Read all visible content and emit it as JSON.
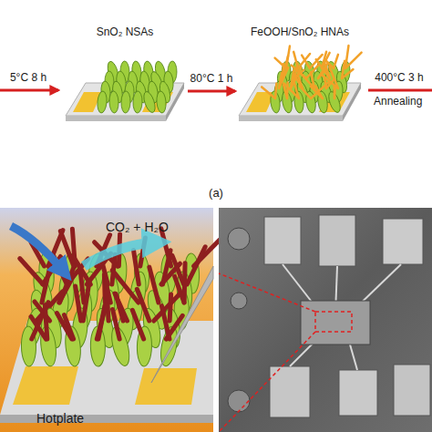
{
  "diagram": {
    "nodes": [
      {
        "text": [
          "SnO₂ NSAs"
        ]
      },
      {
        "text": [
          "FeOOH/SnO₂ HNAs"
        ]
      }
    ],
    "edges": [
      {
        "from": 0,
        "to": 1,
        "arrow": "to",
        "label": "80°C 1 h"
      }
    ],
    "labels": [
      "5°C 8 h",
      "400°C 3 h",
      "Annealing",
      "(a)",
      "CO₂ + H₂O",
      "Hotplate"
    ]
  }
}
